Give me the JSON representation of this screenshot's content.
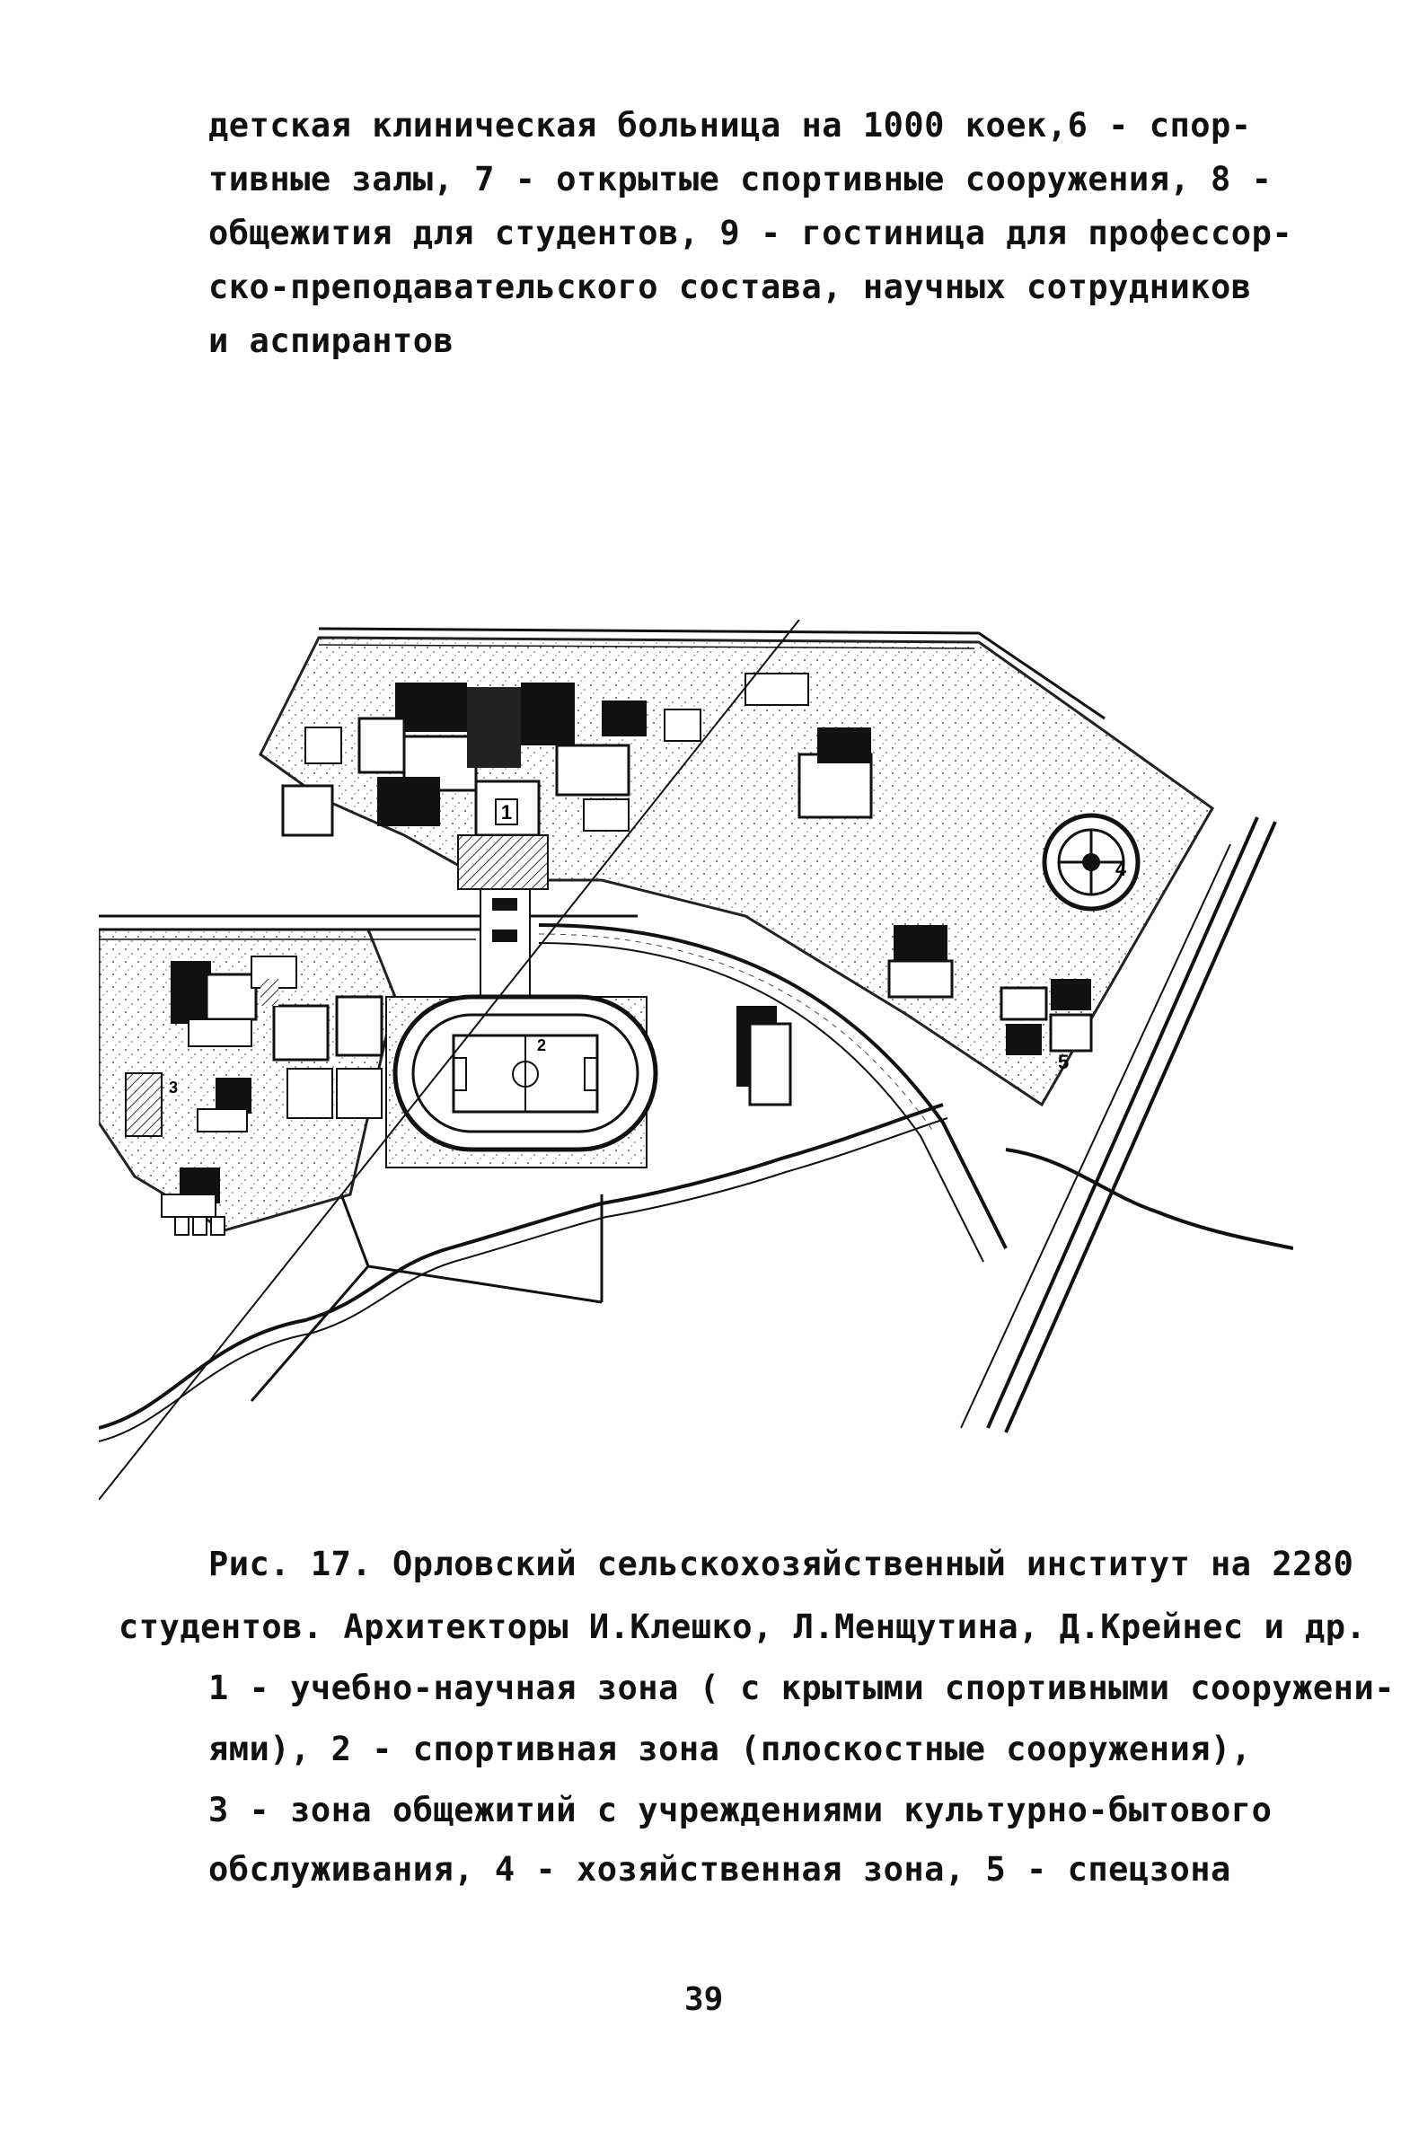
{
  "intro_lines": [
    "детская клиническая больница на 1000 коек,6 - спор-",
    "тивные залы, 7 - открытые спортивные сооружения, 8 -",
    "общежития для студентов, 9 - гостиница для профессор-",
    "ско-преподавательского состава, научных сотрудников",
    "и аспирантов"
  ],
  "caption_lines": [
    "Рис. 17. Орловский сельскохозяйственный институт на 2280",
    "студентов. Архитекторы И.Клешко, Л.Менщутина, Д.Крейнес и др.",
    "1 - учебно-научная зона ( с крытыми спортивными сооружени-",
    "ями), 2 - спортивная зона (плоскостные сооружения),",
    "3 - зона общежитий  с учреждениями культурно-бытового",
    "обслуживания, 4 - хозяйственная зона, 5 - спецзона"
  ],
  "figure_labels": {
    "zone1": "1",
    "zone2": "2",
    "zone3": "3",
    "zone4": "4",
    "zone5": "5"
  },
  "page_number": "39"
}
